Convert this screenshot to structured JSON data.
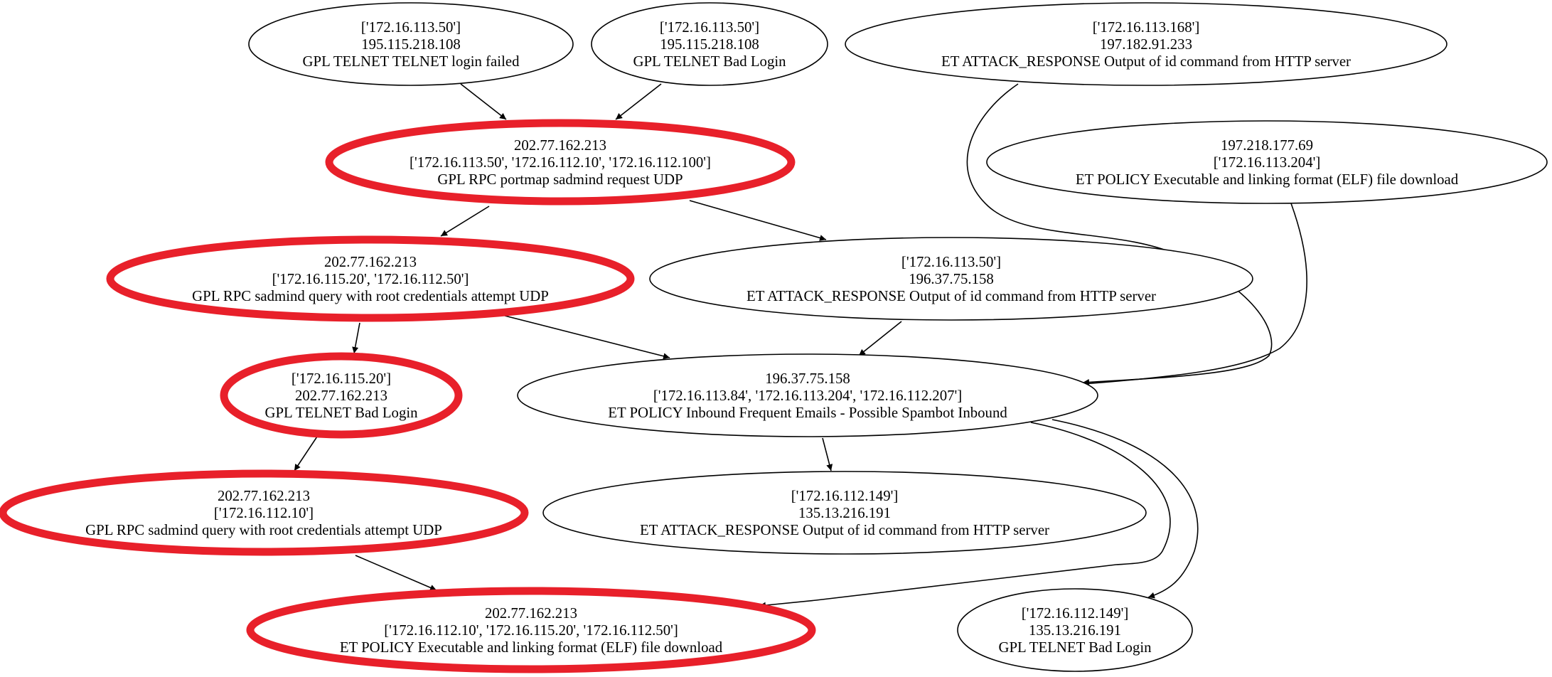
{
  "diagram": {
    "nodes": [
      {
        "id": "n1",
        "lines": [
          "['172.16.113.50']",
          "195.115.218.108",
          "GPL TELNET TELNET login failed"
        ],
        "highlighted": false
      },
      {
        "id": "n2",
        "lines": [
          "['172.16.113.50']",
          "195.115.218.108",
          "GPL TELNET Bad Login"
        ],
        "highlighted": false
      },
      {
        "id": "n3",
        "lines": [
          "['172.16.113.168']",
          "197.182.91.233",
          "ET ATTACK_RESPONSE Output of id command from HTTP server"
        ],
        "highlighted": false
      },
      {
        "id": "n4",
        "lines": [
          "202.77.162.213",
          "['172.16.113.50', '172.16.112.10', '172.16.112.100']",
          "GPL RPC portmap sadmind request UDP"
        ],
        "highlighted": true
      },
      {
        "id": "n5",
        "lines": [
          "197.218.177.69",
          "['172.16.113.204']",
          "ET POLICY Executable and linking format (ELF) file download"
        ],
        "highlighted": false
      },
      {
        "id": "n6",
        "lines": [
          "202.77.162.213",
          "['172.16.115.20', '172.16.112.50']",
          "GPL RPC sadmind query with root credentials attempt UDP"
        ],
        "highlighted": true
      },
      {
        "id": "n7",
        "lines": [
          "['172.16.113.50']",
          "196.37.75.158",
          "ET ATTACK_RESPONSE Output of id command from HTTP server"
        ],
        "highlighted": false
      },
      {
        "id": "n8",
        "lines": [
          "['172.16.115.20']",
          "202.77.162.213",
          "GPL TELNET Bad Login"
        ],
        "highlighted": true
      },
      {
        "id": "n9",
        "lines": [
          "196.37.75.158",
          "['172.16.113.84', '172.16.113.204', '172.16.112.207']",
          "ET POLICY Inbound Frequent Emails - Possible Spambot Inbound"
        ],
        "highlighted": false
      },
      {
        "id": "n10",
        "lines": [
          "202.77.162.213",
          "['172.16.112.10']",
          "GPL RPC sadmind query with root credentials attempt UDP"
        ],
        "highlighted": true
      },
      {
        "id": "n11",
        "lines": [
          "['172.16.112.149']",
          "135.13.216.191",
          "ET ATTACK_RESPONSE Output of id command from HTTP server"
        ],
        "highlighted": false
      },
      {
        "id": "n12",
        "lines": [
          "202.77.162.213",
          "['172.16.112.10', '172.16.115.20', '172.16.112.50']",
          "ET POLICY Executable and linking format (ELF) file download"
        ],
        "highlighted": true
      },
      {
        "id": "n13",
        "lines": [
          "['172.16.112.149']",
          "135.13.216.191",
          "GPL TELNET Bad Login"
        ],
        "highlighted": false
      }
    ],
    "edges": [
      {
        "from": "n1",
        "to": "n4"
      },
      {
        "from": "n2",
        "to": "n4"
      },
      {
        "from": "n3",
        "to": "n9"
      },
      {
        "from": "n4",
        "to": "n6"
      },
      {
        "from": "n4",
        "to": "n7"
      },
      {
        "from": "n5",
        "to": "n9"
      },
      {
        "from": "n6",
        "to": "n8"
      },
      {
        "from": "n6",
        "to": "n9"
      },
      {
        "from": "n7",
        "to": "n9"
      },
      {
        "from": "n8",
        "to": "n10"
      },
      {
        "from": "n9",
        "to": "n11"
      },
      {
        "from": "n9",
        "to": "n12"
      },
      {
        "from": "n9",
        "to": "n13"
      },
      {
        "from": "n10",
        "to": "n12"
      }
    ],
    "colors": {
      "highlight": "#e8202a",
      "stroke": "#000000",
      "background": "#ffffff"
    }
  }
}
